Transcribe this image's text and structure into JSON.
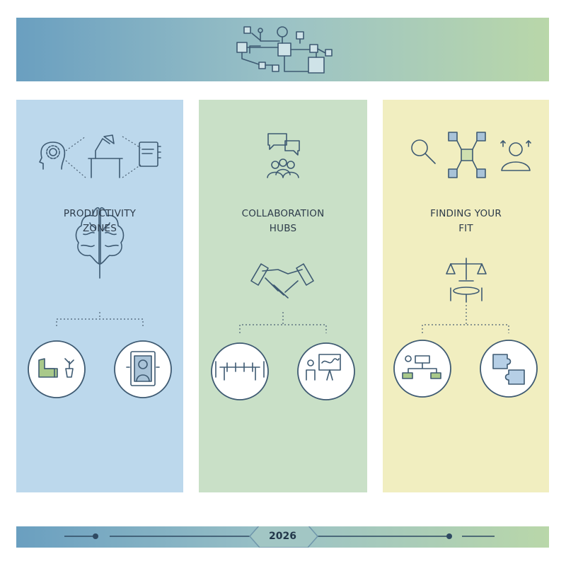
{
  "header": {
    "icon": "network-diagram-icon"
  },
  "columns": [
    {
      "title_line1": "PRODUCTIVITY",
      "title_line2": "ZONES",
      "icons": [
        "head-gear-icon",
        "desk-lamp-icon",
        "notebook-icon",
        "brain-icon",
        "lounge-chair-plant-icon",
        "phone-booth-icon"
      ],
      "bg": "#bcd8ec"
    },
    {
      "title_line1": "COLLABORATION",
      "title_line2": "HUBS",
      "icons": [
        "chat-bubbles-icon",
        "group-people-icon",
        "handshake-icon",
        "meeting-table-icon",
        "whiteboard-presenter-icon"
      ],
      "bg": "#c9e0c7"
    },
    {
      "title_line1": "FINDING YOUR",
      "title_line2": "FIT",
      "icons": [
        "magnifier-icon",
        "puzzle-network-icon",
        "person-options-icon",
        "balance-scale-icon",
        "round-table-icon",
        "floor-plan-icon",
        "puzzle-pieces-icon"
      ],
      "bg": "#f1eec0"
    }
  ],
  "footer": {
    "year": "2026"
  }
}
